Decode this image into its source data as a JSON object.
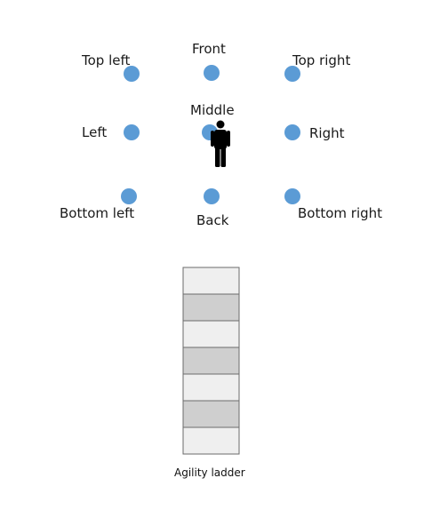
{
  "colors": {
    "marker": "#5b9bd5",
    "figure": "#000000",
    "rung_light": "#efefef",
    "rung_dark": "#cfcfcf",
    "rung_border": "#6b6b6b"
  },
  "positions": {
    "top_left": "Top left",
    "front": "Front",
    "top_right": "Top right",
    "middle": "Middle",
    "left": "Left",
    "right": "Right",
    "bottom_left": "Bottom left",
    "back": "Back",
    "bottom_right": "Bottom right"
  },
  "ladder": {
    "caption": "Agility ladder",
    "rung_count": 7
  }
}
